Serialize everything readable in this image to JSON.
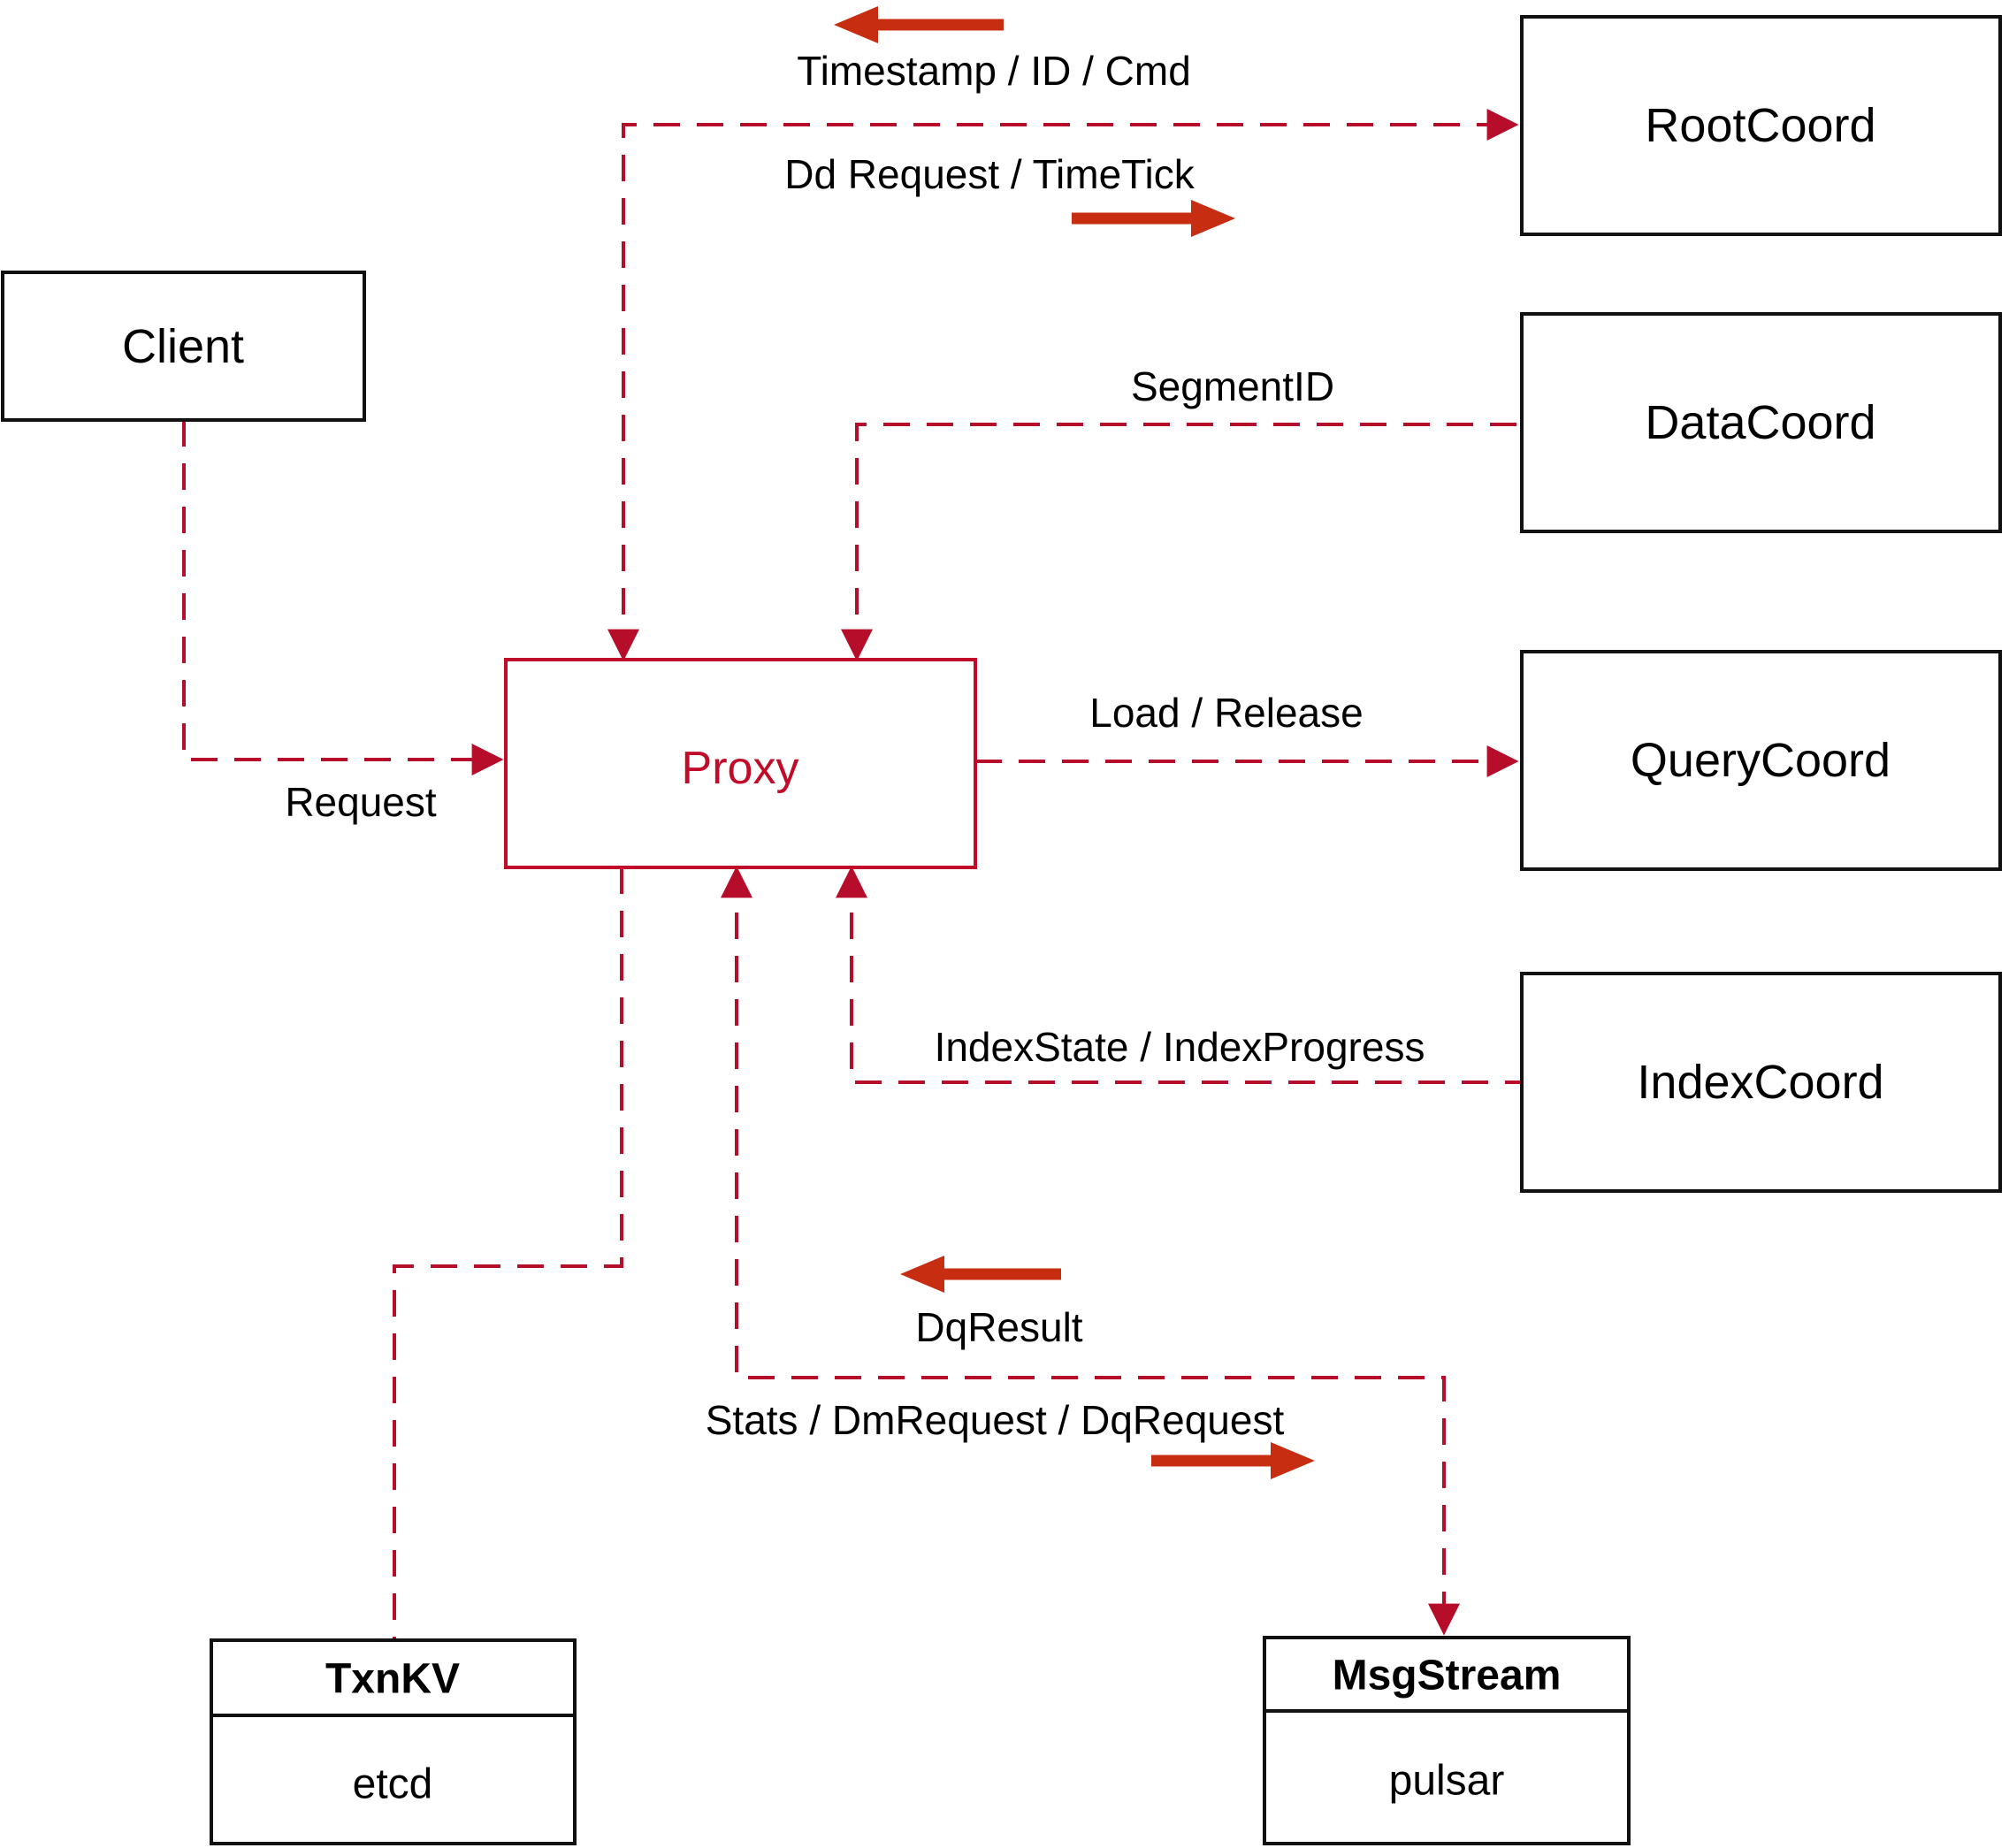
{
  "diagram": {
    "title_hint": "Milvus proxy interaction diagram",
    "nodes": {
      "client": {
        "label": "Client"
      },
      "root_coord": {
        "label": "RootCoord"
      },
      "data_coord": {
        "label": "DataCoord"
      },
      "query_coord": {
        "label": "QueryCoord"
      },
      "index_coord": {
        "label": "IndexCoord"
      },
      "proxy": {
        "label": "Proxy"
      },
      "txn_kv": {
        "title": "TxnKV",
        "impl": "etcd"
      },
      "msg_stream": {
        "title": "MsgStream",
        "impl": "pulsar"
      }
    },
    "edge_labels": {
      "timestamp_id_cmd": "Timestamp / ID / Cmd",
      "dd_request_timetick": "Dd Request / TimeTick",
      "segment_id": "SegmentID",
      "load_release": "Load / Release",
      "request": "Request",
      "index_state": "IndexState / IndexProgress",
      "dq_result": "DqResult",
      "stats_dm_dq": "Stats / DmRequest / DqRequest"
    },
    "colors": {
      "dashed_line": "#b60d2b",
      "solid_arrow": "#c62d11",
      "proxy_accent": "#c00c28",
      "box_border": "#111111",
      "text": "#000000",
      "background": "#ffffff"
    }
  }
}
